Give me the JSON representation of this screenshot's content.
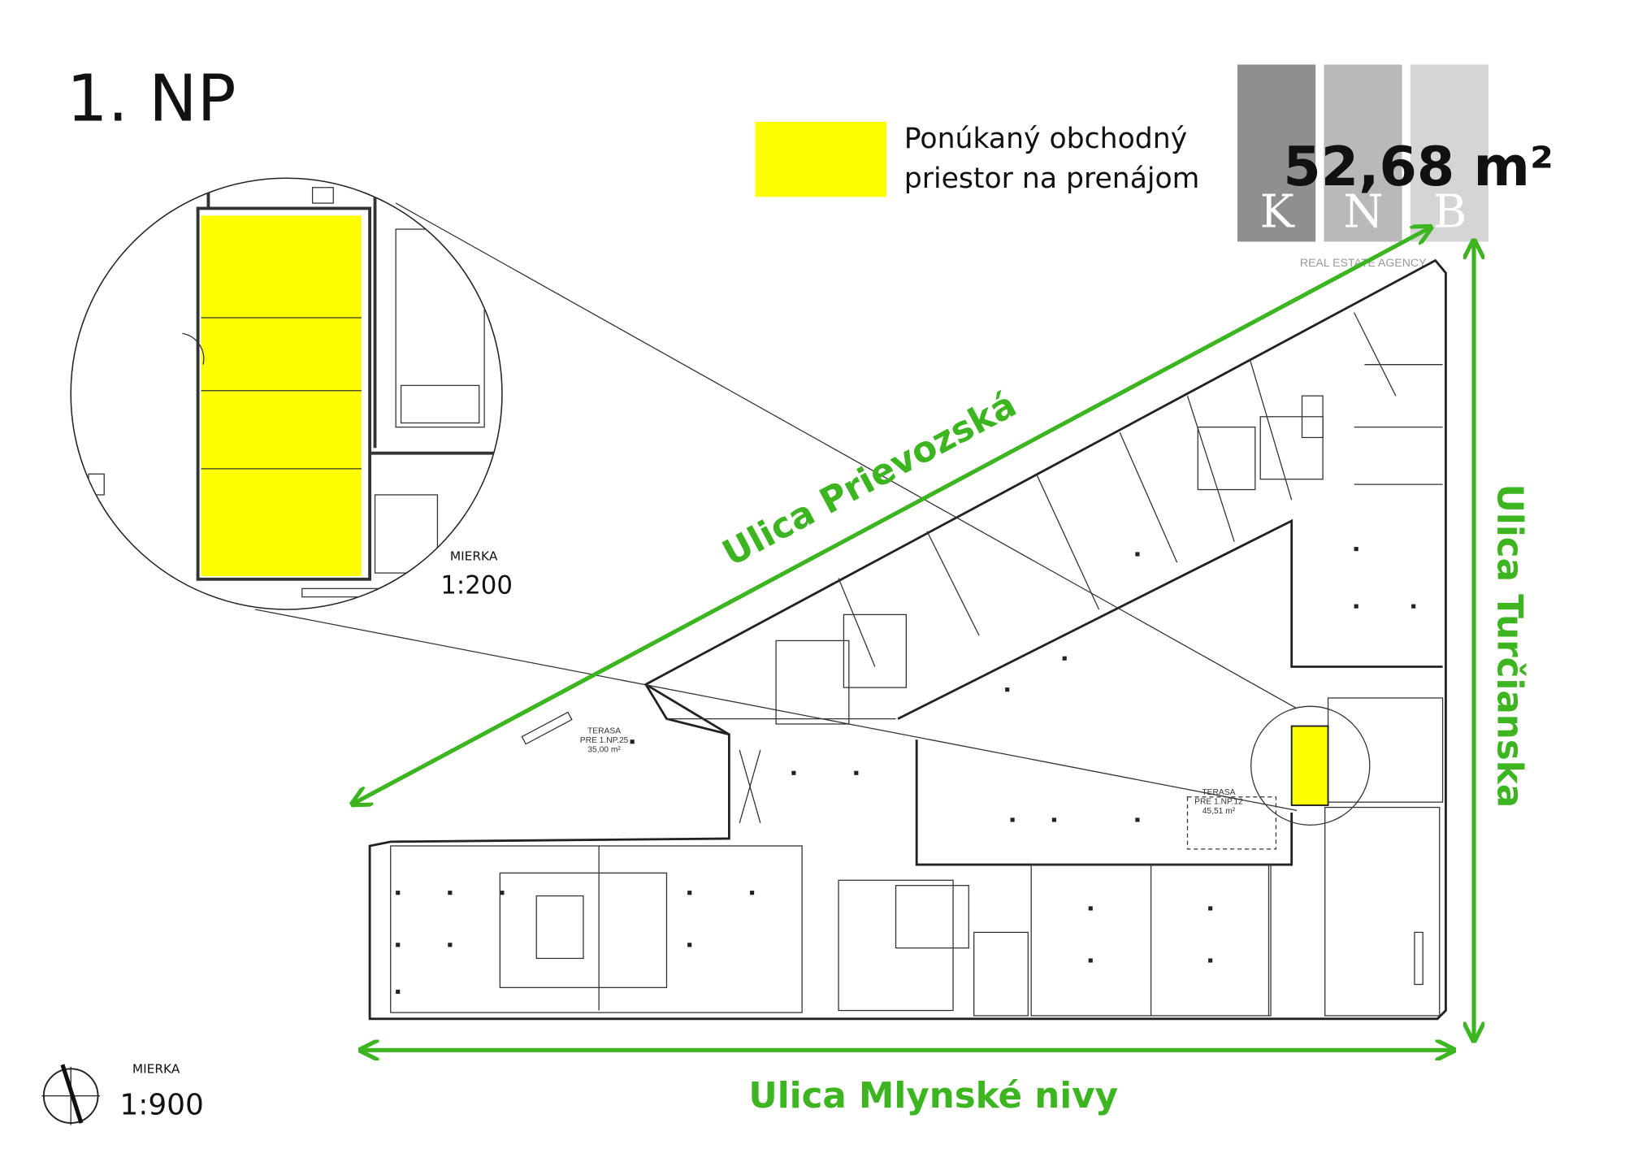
{
  "title": "1. NP",
  "legend": {
    "line1": "Ponúkaný obchodný",
    "line2": "priestor na prenájom",
    "color": "#ffff00"
  },
  "area": "52,68 m²",
  "logo": {
    "letters": [
      "K",
      "N",
      "B"
    ],
    "tagline": "REAL ESTATE AGENCY",
    "colors": [
      "#8f8f8f",
      "#b9b9b9",
      "#d5d5d5"
    ]
  },
  "streets": {
    "prievozska": "Ulica Prievozská",
    "turcianska": "Ulica Turčianska",
    "mlynske": "Ulica Mlynské nivy",
    "color": "#3cb521"
  },
  "scale_main": {
    "label": "MIERKA",
    "value": "1:900"
  },
  "scale_detail": {
    "label": "MIERKA",
    "value": "1:200"
  },
  "terraces": [
    {
      "name": "TERASA",
      "ref": "PRE 1.NP.25",
      "area": "35,00 m²"
    },
    {
      "name": "TERASA",
      "ref": "PRE 1.NP.12",
      "area": "45,51 m²"
    }
  ]
}
